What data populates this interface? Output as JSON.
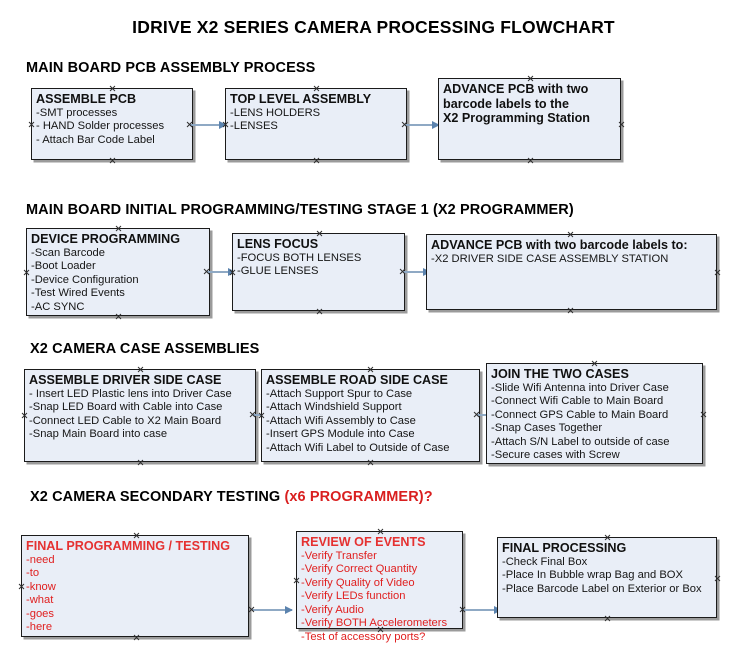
{
  "document": {
    "title": "IDRIVE X2  SERIES CAMERA PROCESSING FLOWCHART",
    "accent_color": "#d91f1f",
    "node_fill": "#e9eef7",
    "node_border": "#1b1b1b",
    "connector_color": "#8fa9c4"
  },
  "sections": [
    {
      "heading": "MAIN BOARD PCB ASSEMBLY PROCESS",
      "heading_accent": "",
      "nodes": [
        {
          "title": "ASSEMBLE PCB",
          "lines": [
            "-SMT processes",
            "- HAND Solder processes",
            "- Attach Bar Code Label"
          ]
        },
        {
          "title": "TOP LEVEL ASSEMBLY",
          "lines": [
            "-LENS HOLDERS",
            "-LENSES"
          ]
        },
        {
          "title": "ADVANCE PCB with two",
          "lines": [
            "barcode labels to the",
            " X2 Programming Station"
          ]
        }
      ]
    },
    {
      "heading": "MAIN BOARD INITIAL PROGRAMMING/TESTING STAGE 1 (X2 PROGRAMMER)",
      "heading_accent": "",
      "nodes": [
        {
          "title": "DEVICE PROGRAMMING",
          "lines": [
            "-Scan Barcode",
            "-Boot Loader",
            "-Device Configuration",
            "-Test Wired Events",
            "-AC SYNC"
          ]
        },
        {
          "title": "LENS FOCUS",
          "lines": [
            "-FOCUS BOTH LENSES",
            "-GLUE LENSES"
          ]
        },
        {
          "title": "ADVANCE PCB with two barcode labels to:",
          "lines": [
            "-X2 DRIVER  SIDE  CASE  ASSEMBLY STATION"
          ]
        }
      ]
    },
    {
      "heading": "X2 CAMERA CASE ASSEMBLIES",
      "heading_accent": "",
      "nodes": [
        {
          "title": "ASSEMBLE DRIVER SIDE CASE",
          "lines": [
            "- Insert LED Plastic lens into Driver Case",
            "-Snap LED Board with Cable into Case",
            "-Connect LED Cable to X2 Main Board",
            "-Snap Main Board into case"
          ]
        },
        {
          "title": "ASSEMBLE ROAD SIDE CASE",
          "lines": [
            "-Attach Support Spur to Case",
            "-Attach Windshield Support",
            "-Attach Wifi Assembly to Case",
            "-Insert GPS Module into Case",
            "-Attach Wifi Label to Outside of Case"
          ]
        },
        {
          "title": "JOIN THE TWO CASES",
          "lines": [
            "-Slide Wifi Antenna into Driver Case",
            "-Connect Wifi Cable to Main Board",
            "-Connect GPS Cable to Main Board",
            "-Snap Cases Together",
            "-Attach S/N Label to outside of case",
            "-Secure cases with Screw"
          ]
        }
      ]
    },
    {
      "heading": "X2 CAMERA SECONDARY TESTING ",
      "heading_accent": "(x6 PROGRAMMER)?",
      "nodes": [
        {
          "title": "FINAL PROGRAMMING / TESTING",
          "lines": [
            "-need",
            "-to",
            "-know",
            "-what",
            "-goes",
            "-here"
          ]
        },
        {
          "title": "REVIEW OF EVENTS",
          "lines": [
            "-Verify Transfer",
            "-Verify Correct Quantity",
            "-Verify Quality of Video",
            "-Verify LEDs function",
            "-Verify Audio",
            "-Verify BOTH Accelerometers",
            "-Test of accessory ports?"
          ]
        },
        {
          "title": "FINAL PROCESSING",
          "lines": [
            " -Check Final Box",
            "-Place In Bubble wrap Bag and BOX",
            "-Place Barcode Label on Exterior or Box"
          ]
        }
      ]
    }
  ]
}
